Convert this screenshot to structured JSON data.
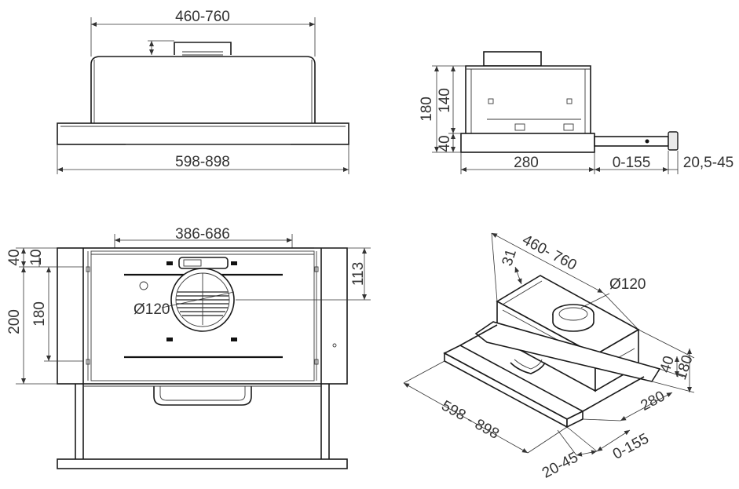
{
  "dimensions": {
    "top_width": "460-760",
    "top_total": "598-898",
    "side_height": "180",
    "side_body": "140",
    "side_front": "40",
    "side_depth": "280",
    "side_slide": "0-155",
    "side_handle": "20,5-45",
    "front_inner": "386-686",
    "front_40": "40",
    "front_10": "10",
    "front_200": "200",
    "front_180": "180",
    "front_113": "113",
    "front_dia": "Ø120",
    "iso_width": "460- 760",
    "iso_31": "31",
    "iso_dia": "Ø120",
    "iso_40": "40",
    "iso_180": "180",
    "iso_280": "280",
    "iso_slide": "0-155",
    "iso_handle": "20-45",
    "iso_total": "598 - 898"
  }
}
